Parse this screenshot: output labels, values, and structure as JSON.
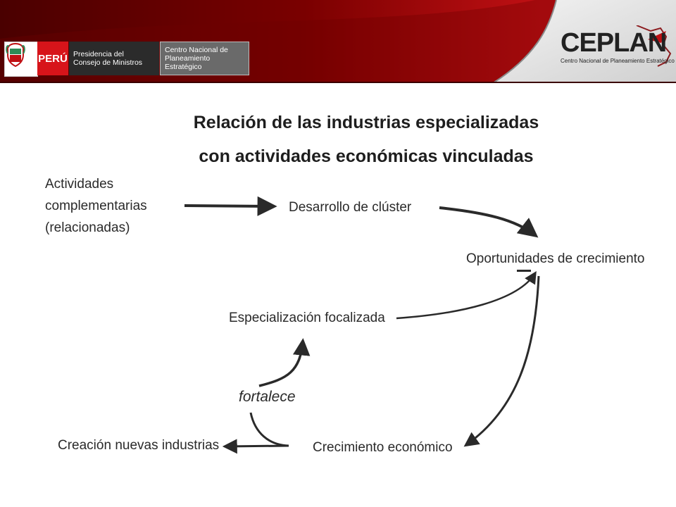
{
  "header": {
    "peru_label": "PERÚ",
    "pcm_line1": "Presidencia del",
    "pcm_line2": "Consejo de Ministros",
    "cnpe_line1": "Centro Nacional de",
    "cnpe_line2": "Planeamiento Estratégico",
    "ceplan_logo_text": "CEPLAN",
    "ceplan_subtitle": "Centro Nacional de Planeamiento Estratégico",
    "colors": {
      "banner_dark": "#5e0000",
      "banner_red": "#b30f12",
      "peru_red": "#d7141a"
    }
  },
  "diagram": {
    "title_line1": "Relación de las industrias especializadas",
    "title_line2": "con actividades económicas vinculadas",
    "nodes": {
      "actividades_line1": "Actividades",
      "actividades_line2": "complementarias",
      "actividades_line3": "(relacionadas)",
      "desarrollo": "Desarrollo de clúster",
      "oportunidades": "Oportunidades de crecimiento",
      "especializacion": "Especialización focalizada",
      "crecimiento": "Crecimiento económico",
      "creacion": "Creación nuevas industrias"
    },
    "edge_label": "fortalece"
  }
}
